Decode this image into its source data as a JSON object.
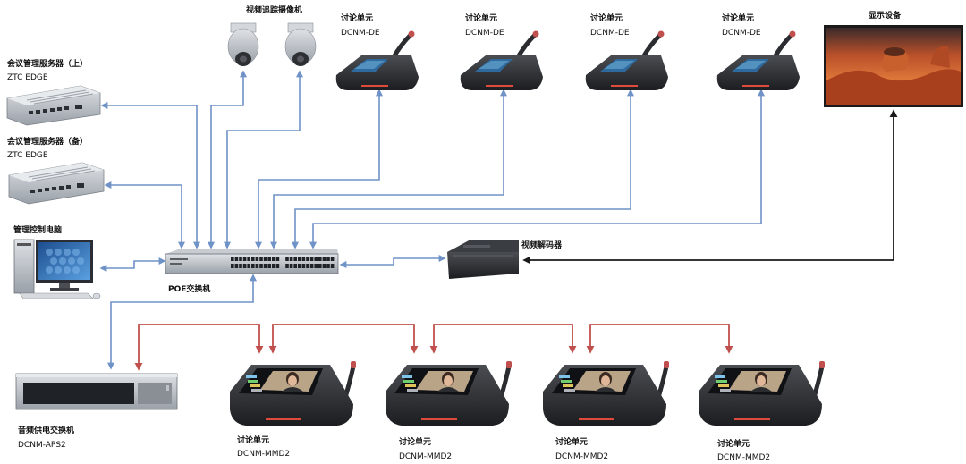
{
  "servers": {
    "primary": {
      "label": "会议管理服务器（上）",
      "model": "ZTC EDGE"
    },
    "backup": {
      "label": "会议管理服务器（备）",
      "model": "ZTC EDGE"
    }
  },
  "control_pc": {
    "label": "管理控制电脑"
  },
  "cameras": {
    "label": "视频追踪摄像机"
  },
  "poe_switch": {
    "label": "POE交换机"
  },
  "video_decoder": {
    "label": "视频解码器"
  },
  "display": {
    "label": "显示设备"
  },
  "power_switch": {
    "label": "音频供电交换机",
    "model": "DCNM-APS2"
  },
  "top_units": [
    {
      "label": "讨论单元",
      "model": "DCNM-DE"
    },
    {
      "label": "讨论单元",
      "model": "DCNM-DE"
    },
    {
      "label": "讨论单元",
      "model": "DCNM-DE"
    },
    {
      "label": "讨论单元",
      "model": "DCNM-DE"
    }
  ],
  "bottom_units": [
    {
      "label": "讨论单元",
      "model": "DCNM-MMD2"
    },
    {
      "label": "讨论单元",
      "model": "DCNM-MMD2"
    },
    {
      "label": "讨论单元",
      "model": "DCNM-MMD2"
    },
    {
      "label": "讨论单元",
      "model": "DCNM-MMD2"
    }
  ],
  "colors": {
    "network_link": "#6f93c7",
    "daisy_chain_link": "#c0504d",
    "video_link": "#1a1a1a"
  }
}
